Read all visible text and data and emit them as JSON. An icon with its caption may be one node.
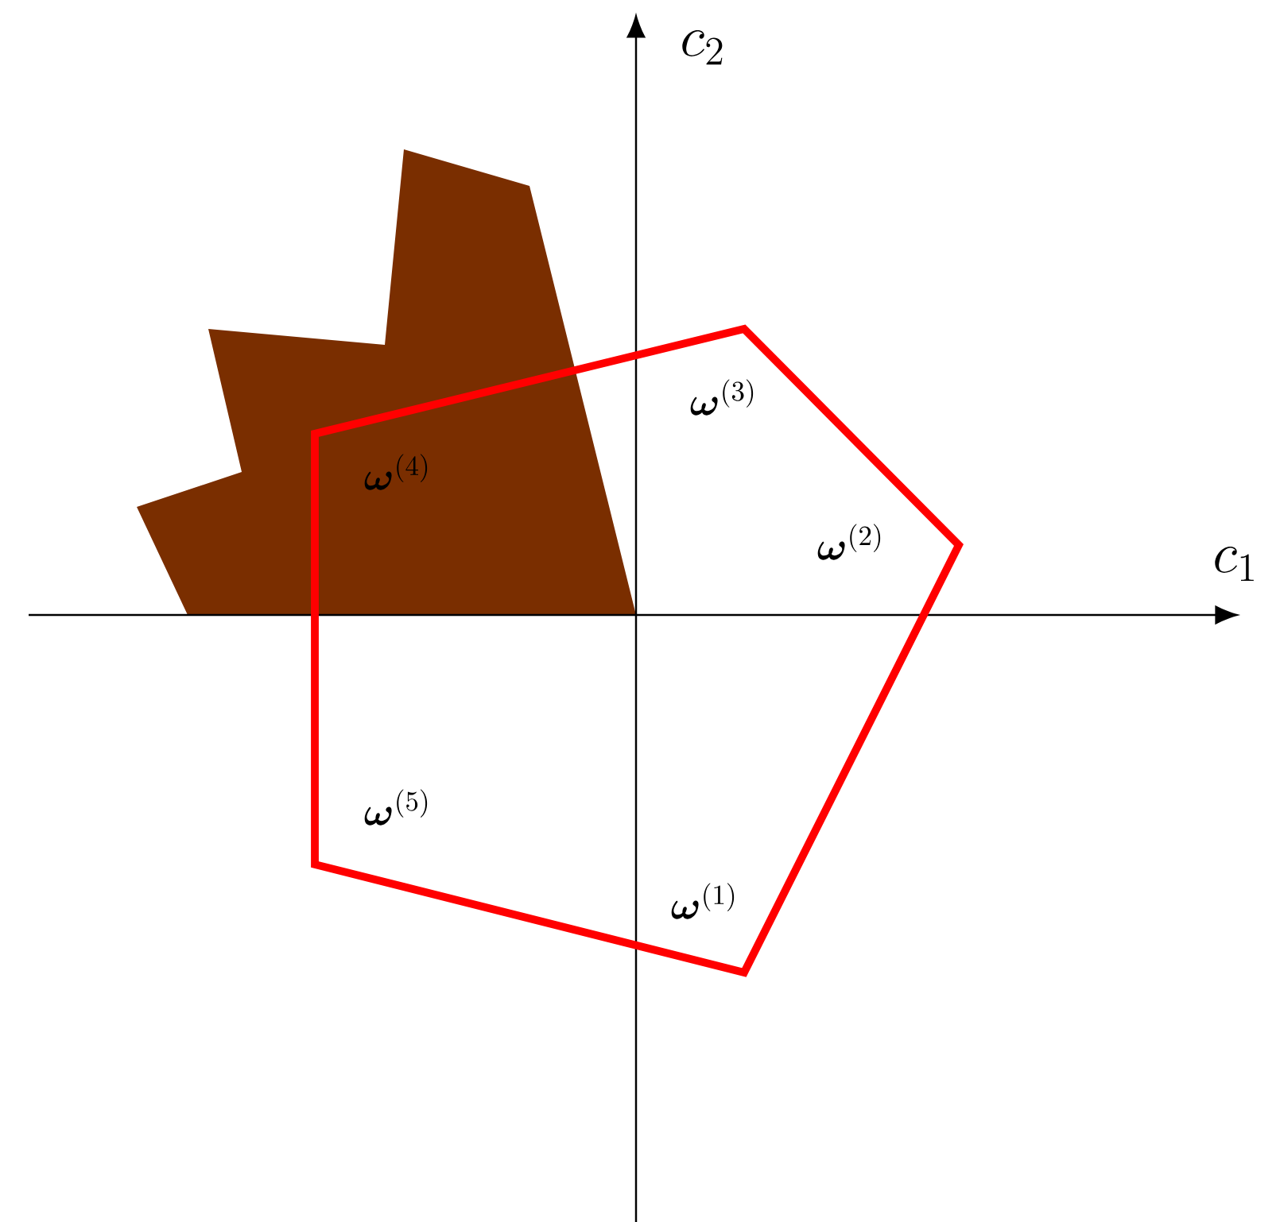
{
  "diagram": {
    "labels": [
      "c_2",
      "\\boldsymbol{\\omega}^{(3)}",
      "\\boldsymbol{\\omega}^{(4)}",
      "\\boldsymbol{\\omega}^{(2)}",
      "c_1",
      "\\boldsymbol{\\omega}^{(5)}",
      "\\boldsymbol{\\omega}^{(1)}"
    ]
  }
}
